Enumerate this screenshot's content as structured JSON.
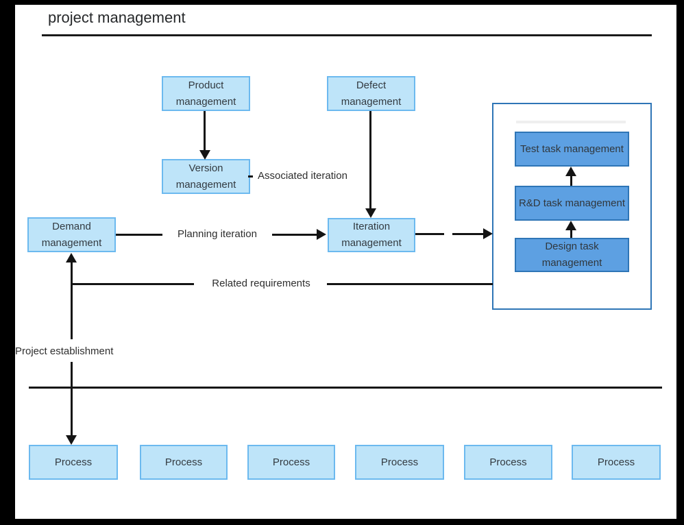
{
  "title": "project management",
  "boxes": {
    "product": "Product management",
    "defect": "Defect management",
    "version": "Version management",
    "demand": "Demand management",
    "iteration": "Iteration management",
    "test_task": "Test task management",
    "rd_task": "R&D task management",
    "design_task": "Design task management"
  },
  "edge_labels": {
    "associated_iteration": "Associated iteration",
    "planning_iteration": "Planning iteration",
    "related_requirements": "Related requirements",
    "project_establishment": "Project establishment"
  },
  "process_row": {
    "items": [
      {
        "label": "Process"
      },
      {
        "label": "Process"
      },
      {
        "label": "Process"
      },
      {
        "label": "Process"
      },
      {
        "label": "Process"
      },
      {
        "label": "Process"
      }
    ]
  },
  "colors": {
    "light_box_fill": "#bee4f9",
    "light_box_border": "#6cb9ef",
    "dark_box_fill": "#5da0e2",
    "dark_box_border": "#2e75b6",
    "container_border": "#2e75b6",
    "connector": "#141414",
    "frame": "#000000"
  }
}
